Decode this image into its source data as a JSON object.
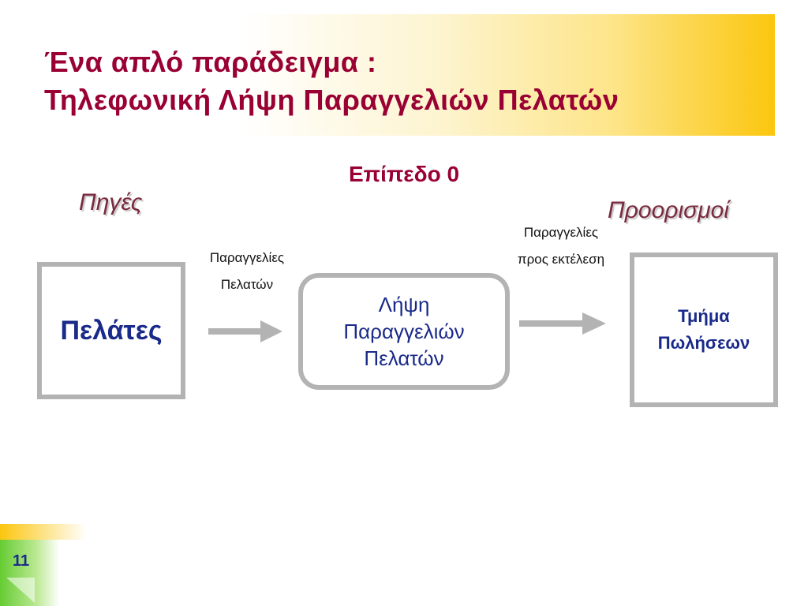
{
  "title": {
    "line1": "Ένα απλό παράδειγμα :",
    "line2": "Τηλεφωνική Λήψη Παραγγελιών Πελατών"
  },
  "level_label": "Επίπεδο 0",
  "sources_label": "Πηγές",
  "destinations_label": "Προορισμοί",
  "entities": {
    "customers": "Πελάτες",
    "sales_line1": "Τμήμα",
    "sales_line2": "Πωλήσεων"
  },
  "process": {
    "line1": "Λήψη",
    "line2": "Παραγγελιών",
    "line3": "Πελατών"
  },
  "flows": {
    "incoming_line1": "Παραγγελίες",
    "incoming_line2": "Πελατών",
    "outgoing_line1": "Παραγγελίες",
    "outgoing_line2": "προς εκτέλεση"
  },
  "page_number": "11",
  "colors": {
    "title": "#990033",
    "entity_text": "#1a2a8a",
    "box_border": "#b3b3b3",
    "banner_accent": "#fbc60e",
    "corner_green": "#66cc33"
  }
}
